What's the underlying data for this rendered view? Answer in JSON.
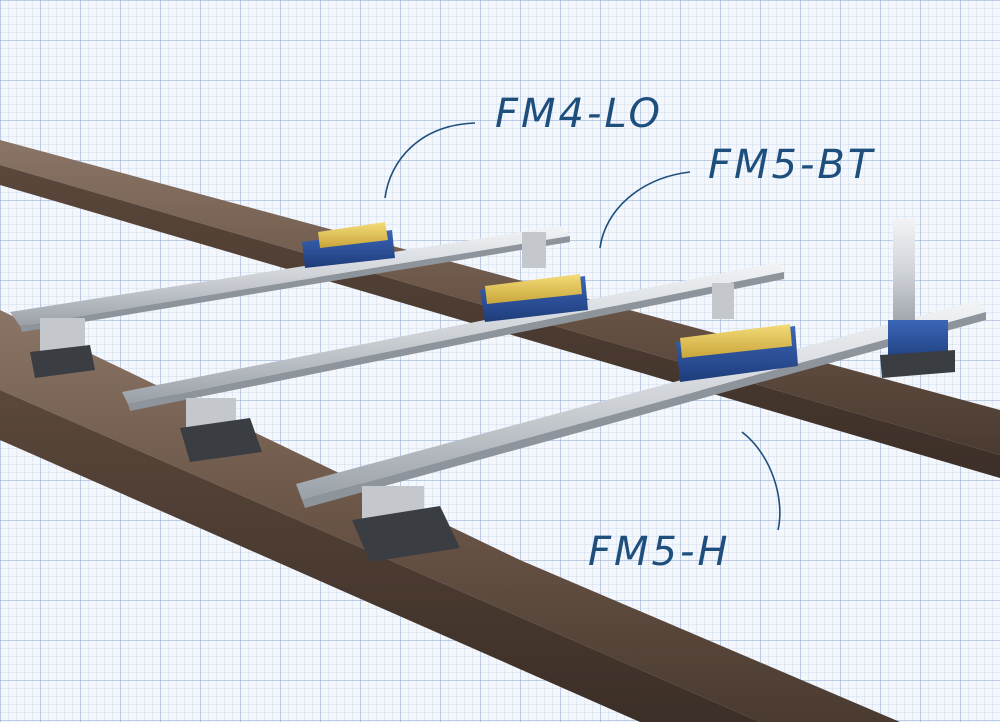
{
  "labels": {
    "fm4": "FM4-LO",
    "fm5bt": "FM5-BT",
    "fm5h": "FM5-H"
  },
  "colors": {
    "label_ink": "#1e4f7c",
    "rail": "#5e4a3c",
    "aluminum": "#cfd3d8",
    "device_blue": "#2a4f9e",
    "device_yellow": "#e2c14a"
  }
}
